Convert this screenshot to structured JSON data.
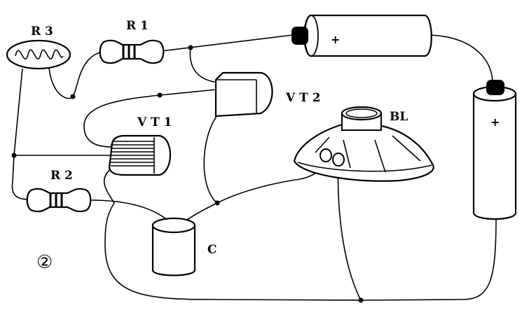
{
  "labels": {
    "r3": "R 3",
    "r1": "R 1",
    "r2": "R 2",
    "vt1": "V T 1",
    "vt2": "V T 2",
    "bl": "BL",
    "c": "C",
    "figure_number": "②",
    "battery_top_plus": "+",
    "battery_right_plus": "+"
  },
  "colors": {
    "ink": "#000000",
    "paper": "#ffffff"
  }
}
